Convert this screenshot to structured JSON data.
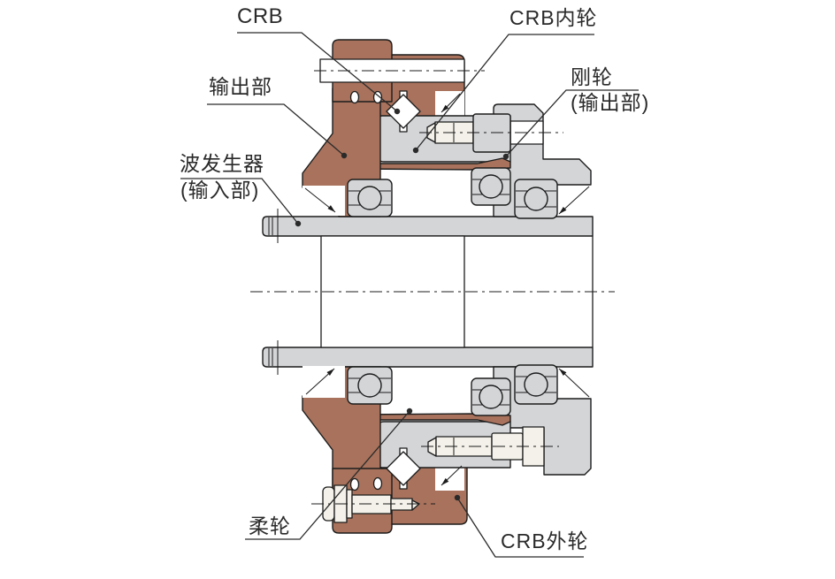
{
  "diagram": {
    "type": "mechanical-cross-section",
    "labels": {
      "crb": "CRB",
      "crb_inner_ring": "CRB内轮",
      "output_section": "输出部",
      "circular_spline_line1": "刚轮",
      "circular_spline_line2": "(输出部)",
      "wave_generator_line1": "波发生器",
      "wave_generator_line2": "(输入部)",
      "flexspline": "柔轮",
      "crb_outer_ring": "CRB外轮"
    },
    "colors": {
      "copper": "#a8725c",
      "steel": "#d3d5d7",
      "cream": "#f3f1e9",
      "white": "#ffffff",
      "outline": "#1c1c1c",
      "label": "#2a2a2a"
    }
  }
}
